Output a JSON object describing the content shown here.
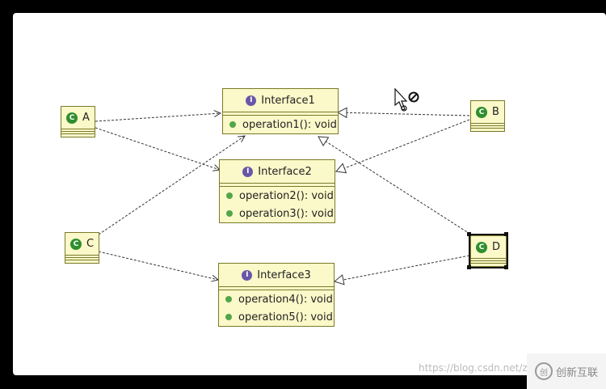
{
  "interfaces": [
    {
      "name": "Interface1",
      "operations": [
        "operation1(): void"
      ]
    },
    {
      "name": "Interface2",
      "operations": [
        "operation2(): void",
        "operation3(): void"
      ]
    },
    {
      "name": "Interface3",
      "operations": [
        "operation4(): void",
        "operation5(): void"
      ]
    }
  ],
  "classes": [
    {
      "name": "A"
    },
    {
      "name": "B"
    },
    {
      "name": "C"
    },
    {
      "name": "D"
    }
  ],
  "badges": {
    "interface": "I",
    "class": "C"
  },
  "watermark": "https://blog.csdn.net/zi",
  "brand": {
    "logo": "创",
    "text": "创新互联"
  },
  "colors": {
    "box_fill": "#fbf8c9",
    "box_border": "#7a7a2a",
    "method_dot": "#52a64a",
    "interface_badge": "#6a56a8",
    "class_badge": "#2f8f2f"
  }
}
